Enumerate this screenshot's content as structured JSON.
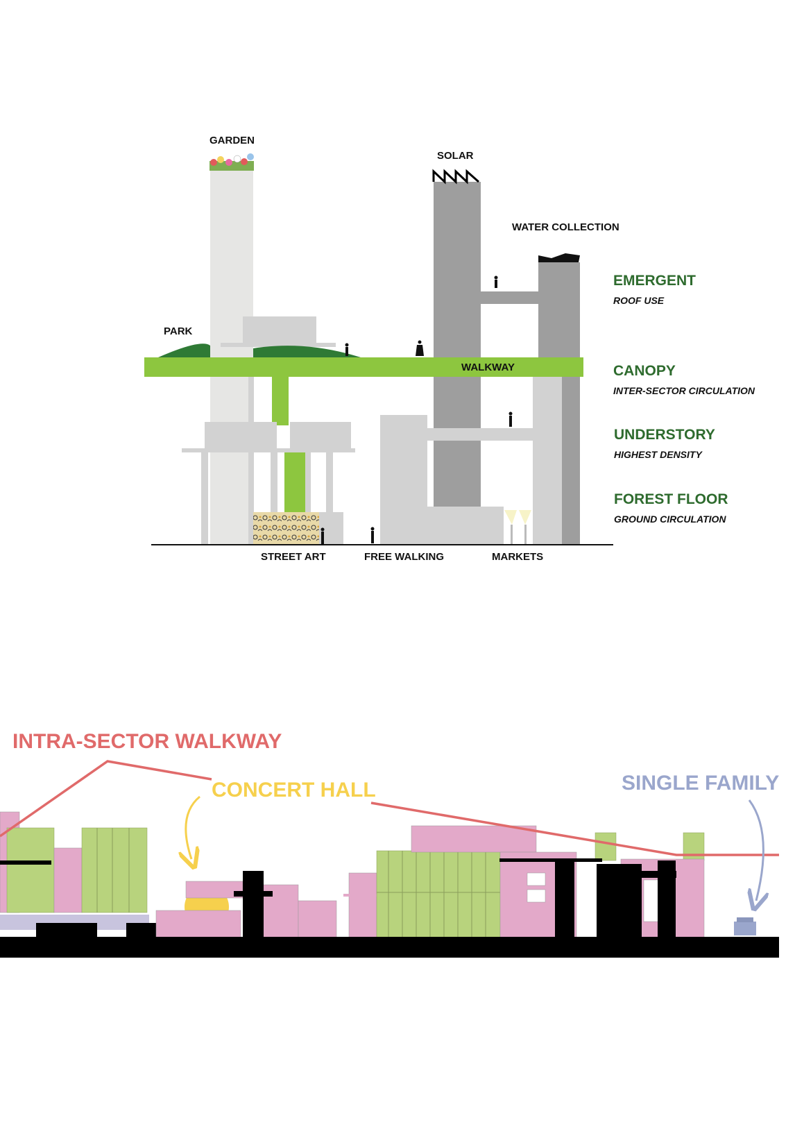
{
  "section_diagram": {
    "labels": {
      "garden": "GARDEN",
      "solar": "SOLAR",
      "water_collection": "WATER COLLECTION",
      "park": "PARK",
      "walkway": "WALKWAY",
      "street_art": "STREET ART",
      "free_walking": "FREE WALKING",
      "markets": "MARKETS"
    },
    "layers": [
      {
        "title": "EMERGENT",
        "subtitle": "ROOF USE"
      },
      {
        "title": "CANOPY",
        "subtitle": "INTER-SECTOR CIRCULATION"
      },
      {
        "title": "UNDERSTORY",
        "subtitle": "HIGHEST DENSITY"
      },
      {
        "title": "FOREST FLOOR",
        "subtitle": "GROUND CIRCULATION"
      }
    ]
  },
  "elevation_diagram": {
    "labels": {
      "intra_sector_walkway": "INTRA-SECTOR WALKWAY",
      "concert_hall": "CONCERT HALL",
      "single_family": "SINGLE FAMILY"
    }
  },
  "colors": {
    "layer_title": "#2e6b2e",
    "walkway_green": "#8dc63f",
    "park_green": "#2f7a35",
    "tower_light": "#e6e6e4",
    "tower_dark": "#999999",
    "building_mid": "#cfcfcf",
    "walkway_red": "#e06a6a",
    "concert_yellow": "#f6d04d",
    "single_family_blue": "#9aa6cc",
    "pink_building": "#e3a9c9",
    "green_building": "#b8d37d",
    "ground_black": "#000000"
  }
}
